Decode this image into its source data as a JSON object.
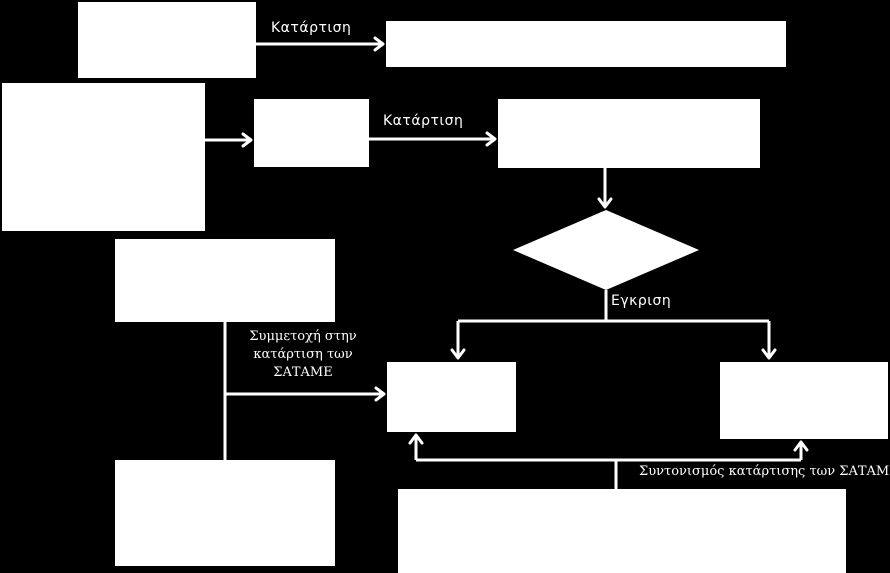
{
  "labels": {
    "katartisi_top": "Κατάρτιση",
    "katartisi_mid": "Κατάρτιση",
    "egkrisi": "Εγκριση",
    "symmetoxi_line1": "Συμμετοχή στην",
    "symmetoxi_line2": "κατάρτιση των",
    "symmetoxi_line3": "ΣΑΤΑΜΕ",
    "syntonismos": "Συντονισμός κατάρτισης των ΣΑΤΑΜΕ"
  },
  "colors": {
    "background": "#000000",
    "foreground": "#ffffff"
  }
}
